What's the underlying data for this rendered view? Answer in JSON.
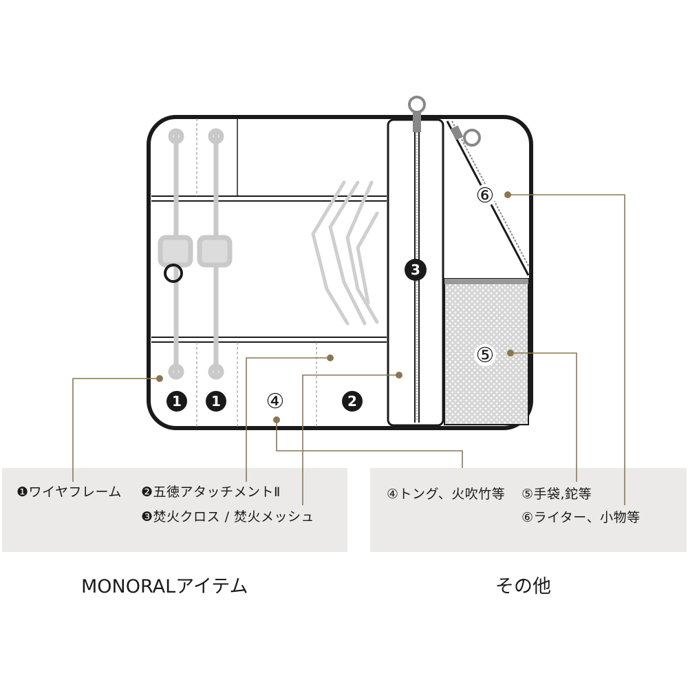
{
  "badges": {
    "wire_frame_left": "1",
    "wire_frame_right": "1",
    "tongs": "④",
    "gotoku": "2",
    "cross_mesh": "3",
    "gloves": "⑤",
    "lighter": "⑥"
  },
  "legend_left": {
    "item1": "❶ワイヤフレーム",
    "item2": "❷五徳アタッチメントⅡ",
    "item3": "❸焚火クロス / 焚火メッシュ"
  },
  "legend_right": {
    "item4": "④トング、火吹竹等",
    "item5": "⑤手袋,鉈等",
    "item6": "⑥ライター、小物等"
  },
  "captions": {
    "left": "MONORALアイテム",
    "right": "その他"
  },
  "colors": {
    "leader_line": "#8a7651",
    "outline": "#1a1a1a",
    "legend_bg": "#ebeae8"
  }
}
